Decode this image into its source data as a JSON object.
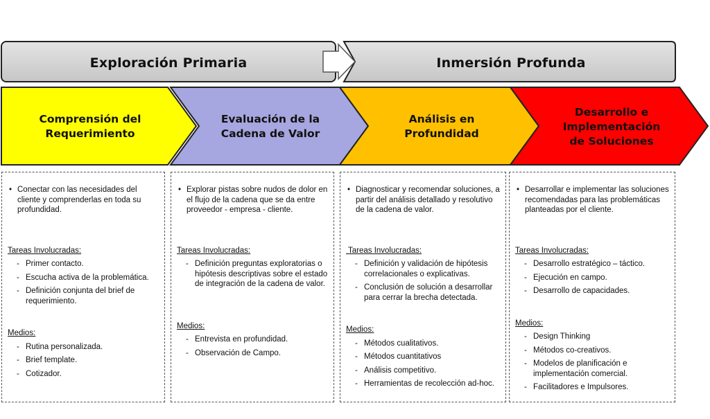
{
  "phases": [
    {
      "label": "Exploración Primaria"
    },
    {
      "label": "Inmersión Profunda"
    }
  ],
  "stages": [
    {
      "title": "Comprensión del\nRequerimiento",
      "color": "#FFFF00",
      "description": "Conectar con las necesidades del cliente y comprenderlas en toda su profundidad.",
      "tasks_heading": "Tareas Involucradas:",
      "tasks": [
        "Primer contacto.",
        "Escucha activa de la problemática.",
        "Definición  conjunta del brief de requerimiento."
      ],
      "means_heading": "Medios:",
      "means": [
        "Rutina personalizada.",
        "Brief template.",
        "Cotizador."
      ]
    },
    {
      "title": "Evaluación de la\nCadena de Valor",
      "color": "#A6A6E0",
      "description": "Explorar pistas sobre nudos de dolor en el flujo de la cadena que se da entre proveedor - empresa - cliente.",
      "tasks_heading": "Tareas Involucradas:",
      "tasks": [
        "Definición preguntas exploratorias o hipótesis descriptivas sobre el estado de integración de la cadena de valor."
      ],
      "means_heading": "Medios:",
      "means": [
        "Entrevista  en profundidad.",
        "Observación de Campo."
      ]
    },
    {
      "title": "Análisis en\nProfundidad",
      "color": "#FFC000",
      "description": "Diagnosticar y recomendar soluciones, a partir del análisis detallado y resolutivo de la cadena de valor.",
      "tasks_heading": " Tareas Involucradas:",
      "tasks": [
        "Definición y validación de hipótesis correlacionales o explicativas.",
        "Conclusión de solución a desarrollar para cerrar la brecha detectada."
      ],
      "means_heading": "Medios:",
      "means": [
        "Métodos cualitativos.",
        "Métodos cuantitativos",
        "Análisis competitivo.",
        "Herramientas de recolección ad-hoc."
      ]
    },
    {
      "title": "Desarrollo e\nImplementación\nde Soluciones",
      "color": "#FF0000",
      "description": "Desarrollar e implementar  las soluciones recomendadas para las problemáticas planteadas por el cliente.",
      "tasks_heading": "Tareas Involucradas:",
      "tasks": [
        "Desarrollo estratégico – táctico.",
        "Ejecución en campo.",
        "Desarrollo de capacidades."
      ],
      "means_heading": "Medios:",
      "means": [
        "Design Thinking",
        "Métodos co-creativos.",
        "Modelos de planificación e implementación comercial.",
        "Facilitadores e Impulsores."
      ]
    }
  ]
}
